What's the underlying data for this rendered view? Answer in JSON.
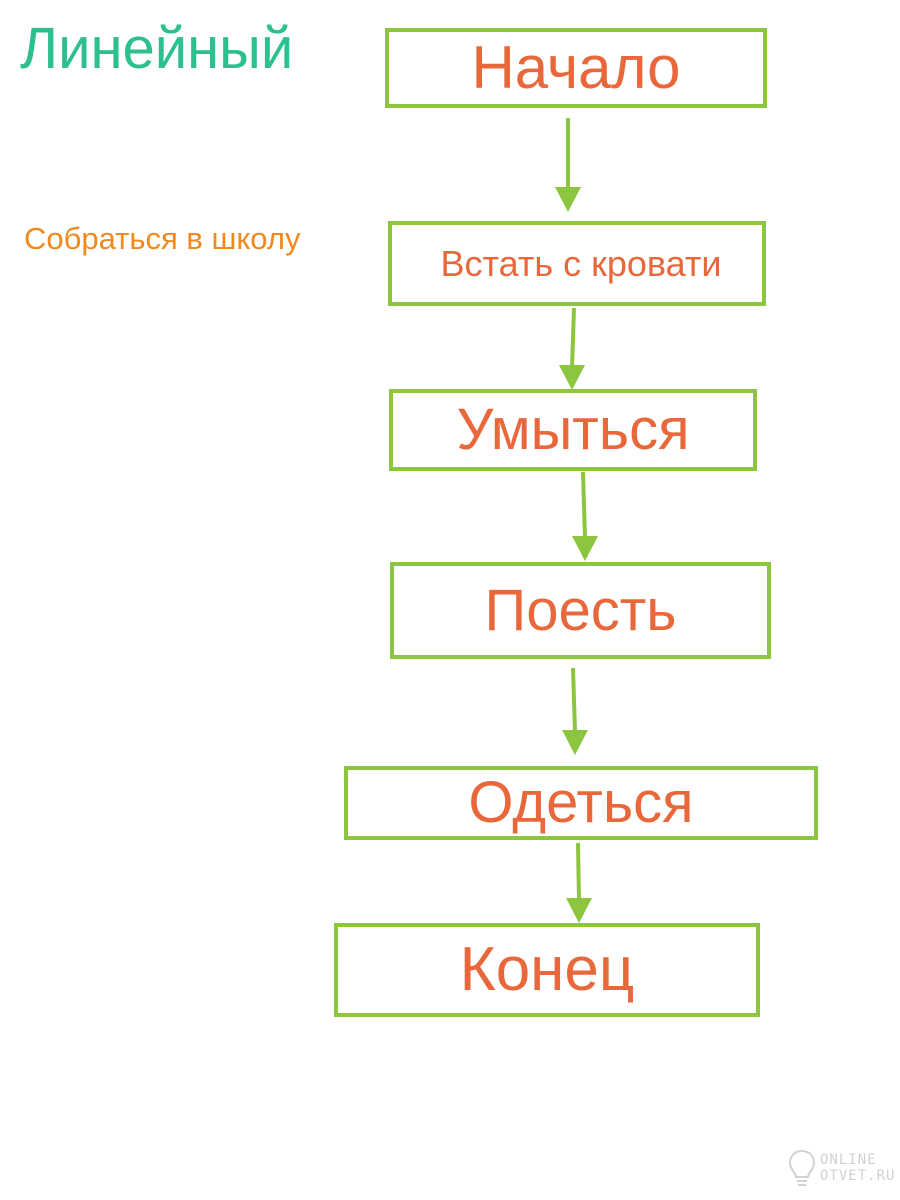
{
  "title": "Линейный",
  "subtitle": "Собраться в школу",
  "steps": [
    {
      "label": "Начало"
    },
    {
      "label": "Встать с кровати"
    },
    {
      "label": "Умыться"
    },
    {
      "label": "Поесть"
    },
    {
      "label": "Одеться"
    },
    {
      "label": "Конец"
    }
  ],
  "colors": {
    "title": "#2cbf8f",
    "subtitle": "#f08a1e",
    "box_border": "#8cc63f",
    "box_text": "#e8683b",
    "arrow": "#8cc63f"
  },
  "watermark": {
    "line1": "ONLINE",
    "line2": "OTVET.RU"
  }
}
